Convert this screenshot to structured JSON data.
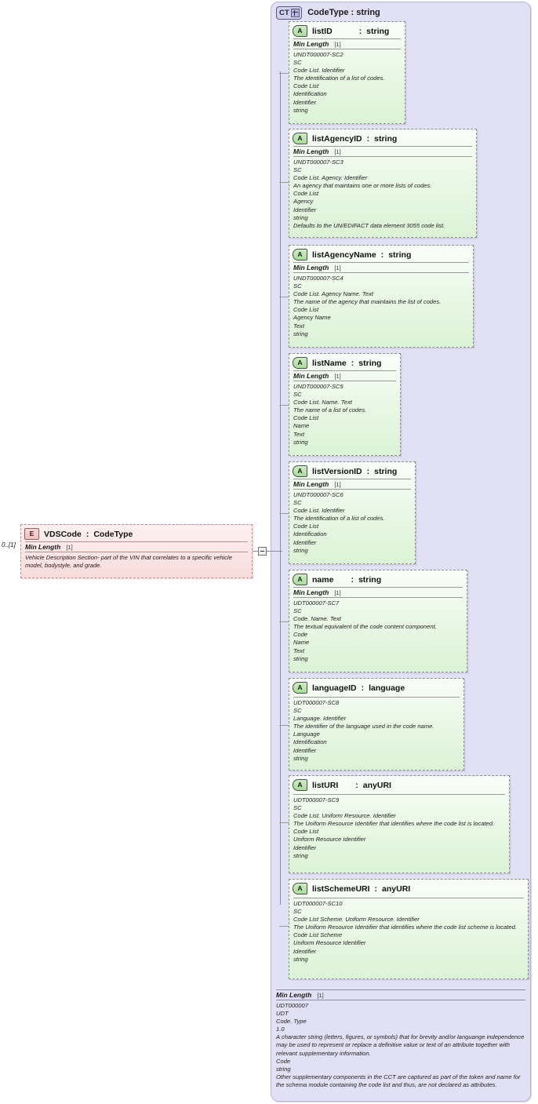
{
  "diagram": {
    "type": "xsd-schema-diagram",
    "title": "CodeType : string"
  },
  "container": {
    "badge": "CT",
    "badge_icon": "plus-box-icon",
    "title": "CodeType : string",
    "facet": {
      "name": "Min Length",
      "cardinality": "[1]"
    },
    "doc_lines": [
      "UDT000007",
      "UDT",
      "Code. Type",
      "1.0",
      "A character string (letters, figures, or symbols) that for brevity and/or languange independence may be used to represent or replace a definitive value or text of an attribute together with relevant supplementary information.",
      "Code",
      "string",
      "Other supplementary components in the CCT are captured as part of the token and name for the schema module containing the code list and thus, are not declared as attributes."
    ]
  },
  "element": {
    "badge": "E",
    "name": "VDSCode",
    "separator": ":",
    "type": "CodeType",
    "cardinality": "0..[1]",
    "facet": {
      "name": "Min Length",
      "cardinality": "[1]"
    },
    "doc_lines": [
      "Vehicle Description Section- part of the VIN that correlates to a specific vehicle model, bodystyle, and grade."
    ]
  },
  "attributes": [
    {
      "badge": "A",
      "name": "listID",
      "separator": ":",
      "type": "string",
      "facet": {
        "name": "Min Length",
        "cardinality": "[1]"
      },
      "doc_lines": [
        "UNDT000007-SC2",
        "SC",
        "Code List. Identifier",
        "The identification of a list of codes.",
        "Code List",
        "Identification",
        "Identifier",
        "string"
      ]
    },
    {
      "badge": "A",
      "name": "listAgencyID",
      "separator": ":",
      "type": "string",
      "facet": {
        "name": "Min Length",
        "cardinality": "[1]"
      },
      "doc_lines": [
        "UNDT000007-SC3",
        "SC",
        "Code List. Agency. Identifier",
        "An agency that maintains one or more lists of codes.",
        "Code List",
        "Agency",
        "Identifier",
        "string",
        "Defaults to the UN/EDIFACT data element 3055 code list."
      ]
    },
    {
      "badge": "A",
      "name": "listAgencyName",
      "separator": ":",
      "type": "string",
      "facet": {
        "name": "Min Length",
        "cardinality": "[1]"
      },
      "doc_lines": [
        "UNDT000007-SC4",
        "SC",
        "Code List. Agency Name. Text",
        "The name of the agency that maintains the list of codes.",
        "Code List",
        "Agency Name",
        "Text",
        "string"
      ]
    },
    {
      "badge": "A",
      "name": "listName",
      "separator": ":",
      "type": "string",
      "facet": {
        "name": "Min Length",
        "cardinality": "[1]"
      },
      "doc_lines": [
        "UNDT000007-SC5",
        "SC",
        "Code List. Name. Text",
        "The name of a list of codes.",
        "Code List",
        "Name",
        "Text",
        "string"
      ]
    },
    {
      "badge": "A",
      "name": "listVersionID",
      "separator": ":",
      "type": "string",
      "facet": {
        "name": "Min Length",
        "cardinality": "[1]"
      },
      "doc_lines": [
        "UNDT000007-SC6",
        "SC",
        "Code List. Identifier",
        "The identification of a list of codes.",
        "Code List",
        "Identification",
        "Identifier",
        "string"
      ]
    },
    {
      "badge": "A",
      "name": "name",
      "separator": ":",
      "type": "string",
      "facet": {
        "name": "Min Length",
        "cardinality": "[1]"
      },
      "doc_lines": [
        "UDT000007-SC7",
        "SC",
        "Code. Name. Text",
        "The textual equivalent of the code content component.",
        "Code",
        "Name",
        "Text",
        "string"
      ]
    },
    {
      "badge": "A",
      "name": "languageID",
      "separator": ":",
      "type": "language",
      "facet": null,
      "doc_lines": [
        "UDT000007-SC8",
        "SC",
        "Language. Identifier",
        "The identifier of the language used in the code name.",
        "Language",
        "Identification",
        "Identifier",
        "string"
      ]
    },
    {
      "badge": "A",
      "name": "listURI",
      "separator": ":",
      "type": "anyURI",
      "facet": null,
      "doc_lines": [
        "UDT000007-SC9",
        "SC",
        "Code List. Uniform Resource. Identifier",
        "The Uniform Resource Identifier that identifies where the code list is located.",
        "Code List",
        "Uniform Resource Identifier",
        "Identifier",
        "string"
      ]
    },
    {
      "badge": "A",
      "name": "listSchemeURI",
      "separator": ":",
      "type": "anyURI",
      "facet": null,
      "doc_lines": [
        "UDT000007-SC10",
        "SC",
        "Code List Scheme. Uniform Resource. Identifier",
        "The Uniform Resource Identifier that identifies where the code list scheme is located.",
        "Code List Scheme",
        "Uniform Resource Identifier",
        "Identifier",
        "string"
      ]
    }
  ],
  "connector": {
    "toggle_icon": "collapse-minus-box-icon"
  },
  "colors": {
    "container_bg": "#e2e0f4",
    "attribute_bg": "#e2f5df",
    "element_bg": "#fbe4e4",
    "border": "#8e8e8e"
  }
}
